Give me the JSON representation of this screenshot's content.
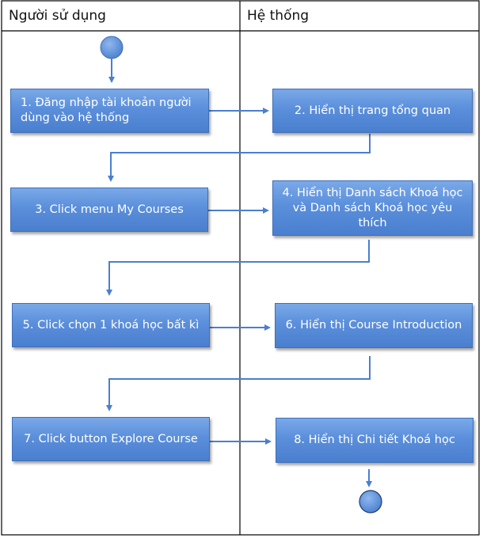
{
  "lanes": {
    "user": "Người sử dụng",
    "system": "Hệ thống"
  },
  "steps": [
    "1. Đăng nhập tài khoản người dùng vào hệ thống",
    "2. Hiển thị trang tổng quan",
    "3. Click menu My Courses",
    "4. Hiển thị Danh sách Khoá học và Danh sách Khoá học yêu thích",
    "5. Click chọn 1 khoá học bất kì",
    "6. Hiển thị Course Introduction",
    "7. Click button Explore Course",
    "8. Hiển thị Chi tiết Khoá học"
  ],
  "colors": {
    "box_top": "#7aa9e8",
    "box_bottom": "#4a7fcf",
    "box_border": "#3f6fb8",
    "arrow": "#4a7fcf",
    "lines": "#000000"
  }
}
